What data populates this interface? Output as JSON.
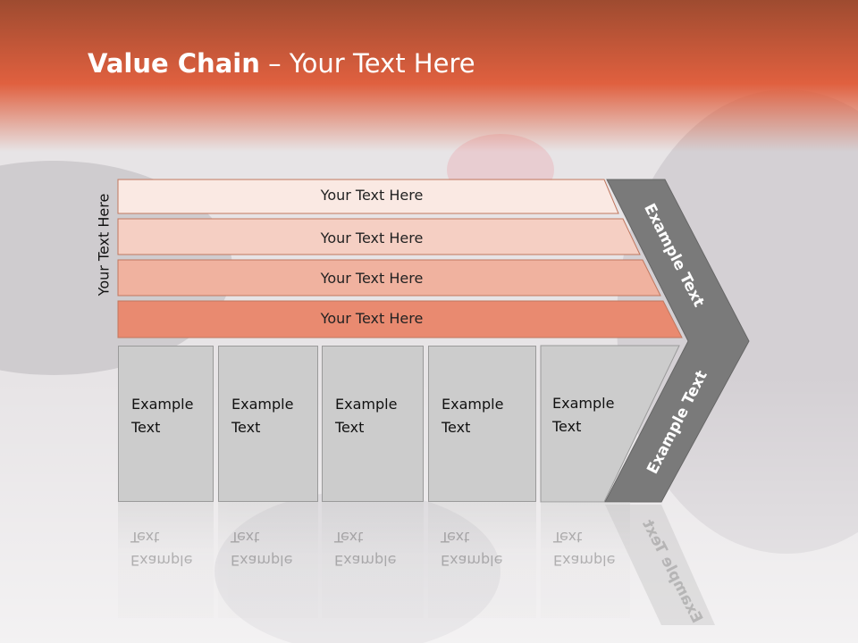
{
  "title": {
    "bold": "Value Chain",
    "rest": " – Your Text Here"
  },
  "side_label": "Your Text Here",
  "rows": [
    {
      "label": "Your Text Here",
      "color": "#fae9e3"
    },
    {
      "label": "Your Text Here",
      "color": "#f5cfc3"
    },
    {
      "label": "Your Text Here",
      "color": "#f0b29f"
    },
    {
      "label": "Your Text Here",
      "color": "#e98a70"
    }
  ],
  "boxes": [
    {
      "label": "Example\nText"
    },
    {
      "label": "Example\nText"
    },
    {
      "label": "Example\nText"
    },
    {
      "label": "Example\nText"
    },
    {
      "label": "Example\nText"
    }
  ],
  "chevron": {
    "top_label": "Example Text",
    "bottom_label": "Example Text",
    "color": "#7a7a7a"
  },
  "colors": {
    "header": "#d9603f",
    "box": "#cccccc"
  }
}
